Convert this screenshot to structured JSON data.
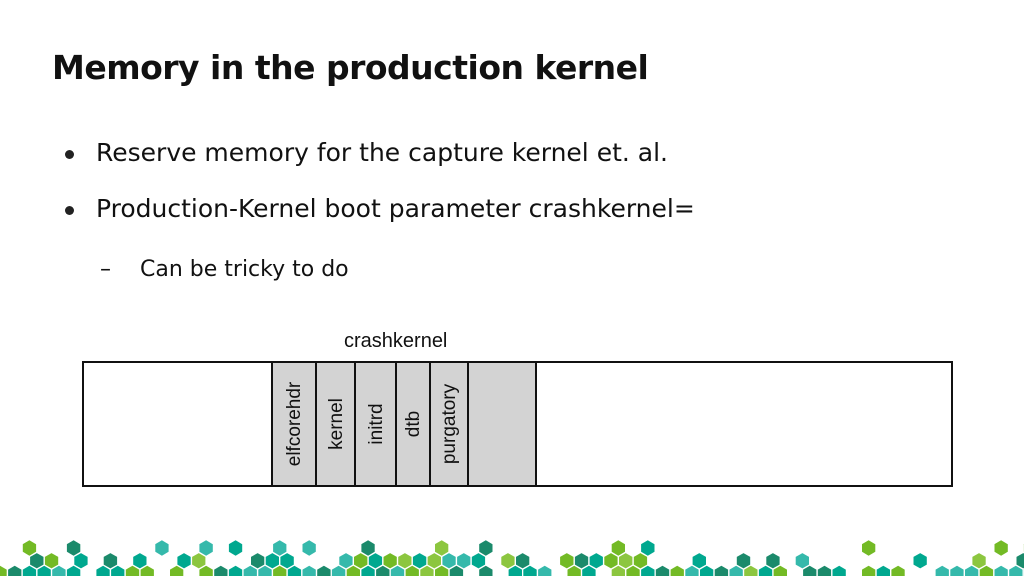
{
  "slide": {
    "title": "Memory in the production kernel",
    "bullets": [
      "Reserve memory for the capture kernel et. al.",
      "Production-Kernel boot parameter crashkernel="
    ],
    "subbullet": {
      "marker": "–",
      "text": "Can be tricky to do"
    }
  },
  "diagram": {
    "label": "crashkernel",
    "segments": [
      "elfcorehdr",
      "kernel",
      "initrd",
      "dtb",
      "purgatory",
      ""
    ],
    "colors": {
      "segment_fill": "#d3d3d3",
      "outline": "#111111"
    }
  },
  "footer": {
    "colors": [
      "#00a88f",
      "#73ba25",
      "#35b9ab",
      "#8cc63f",
      "#1b8a6b"
    ]
  }
}
